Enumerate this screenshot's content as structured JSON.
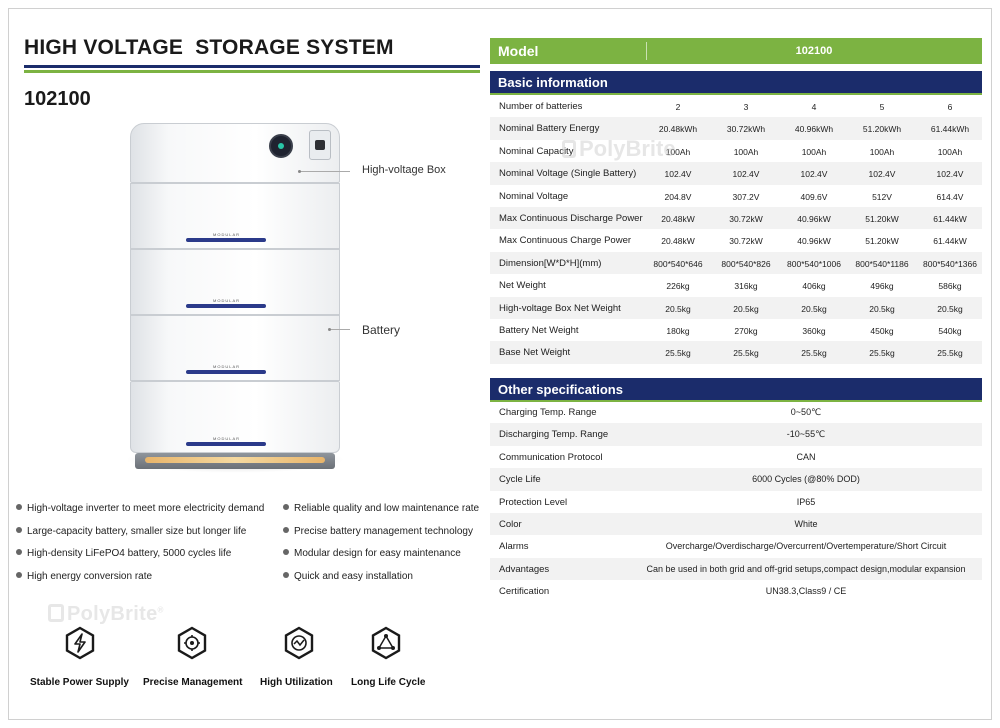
{
  "header": {
    "title": "HIGH VOLTAGE  STORAGE SYSTEM",
    "model_code": "102100"
  },
  "product": {
    "callouts": [
      "High-voltage Box",
      "Battery"
    ],
    "module_text": "MODULAR"
  },
  "features": [
    "High-voltage inverter to meet more electricity demand",
    "Reliable quality and low maintenance rate",
    "Large-capacity battery, smaller size but longer life",
    "Precise battery management technology",
    "High-density LiFePO4 battery, 5000 cycles life",
    "Modular design for easy maintenance",
    "High energy conversion rate",
    "Quick and easy installation"
  ],
  "brand": {
    "name": "PolyBrite",
    "mark": "®"
  },
  "highlights": [
    {
      "label": "Stable Power Supply",
      "icon": "lightning-icon"
    },
    {
      "label": "Precise Management",
      "icon": "gear-circuit-icon"
    },
    {
      "label": "High Utilization",
      "icon": "cycle-gauge-icon"
    },
    {
      "label": "Long Life Cycle",
      "icon": "network-triangle-icon"
    }
  ],
  "spec": {
    "model_label": "Model",
    "model_value": "102100",
    "basic_title": "Basic information",
    "basic_rows": [
      {
        "label": "Number of batteries",
        "values": [
          "2",
          "3",
          "4",
          "5",
          "6"
        ]
      },
      {
        "label": "Nominal Battery Energy",
        "values": [
          "20.48kWh",
          "30.72kWh",
          "40.96kWh",
          "51.20kWh",
          "61.44kWh"
        ]
      },
      {
        "label": "Nominal Capacity",
        "values": [
          "100Ah",
          "100Ah",
          "100Ah",
          "100Ah",
          "100Ah"
        ]
      },
      {
        "label": "Nominal Voltage (Single Battery)",
        "values": [
          "102.4V",
          "102.4V",
          "102.4V",
          "102.4V",
          "102.4V"
        ]
      },
      {
        "label": "Nominal Voltage",
        "values": [
          "204.8V",
          "307.2V",
          "409.6V",
          "512V",
          "614.4V"
        ]
      },
      {
        "label": "Max Continuous Discharge Power",
        "values": [
          "20.48kW",
          "30.72kW",
          "40.96kW",
          "51.20kW",
          "61.44kW"
        ]
      },
      {
        "label": "Max Continuous Charge Power",
        "values": [
          "20.48kW",
          "30.72kW",
          "40.96kW",
          "51.20kW",
          "61.44kW"
        ]
      },
      {
        "label": "Dimension[W*D*H](mm)",
        "values": [
          "800*540*646",
          "800*540*826",
          "800*540*1006",
          "800*540*1186",
          "800*540*1366"
        ]
      },
      {
        "label": "Net Weight",
        "values": [
          "226kg",
          "316kg",
          "406kg",
          "496kg",
          "586kg"
        ]
      },
      {
        "label": "High-voltage Box Net Weight",
        "values": [
          "20.5kg",
          "20.5kg",
          "20.5kg",
          "20.5kg",
          "20.5kg"
        ]
      },
      {
        "label": "Battery Net Weight",
        "values": [
          "180kg",
          "270kg",
          "360kg",
          "450kg",
          "540kg"
        ]
      },
      {
        "label": "Base Net Weight",
        "values": [
          "25.5kg",
          "25.5kg",
          "25.5kg",
          "25.5kg",
          "25.5kg"
        ]
      }
    ],
    "other_title": "Other specifications",
    "other_rows": [
      {
        "label": "Charging Temp. Range",
        "value": "0~50℃"
      },
      {
        "label": "Discharging Temp. Range",
        "value": "-10~55℃"
      },
      {
        "label": "Communication Protocol",
        "value": "CAN"
      },
      {
        "label": "Cycle Life",
        "value": "6000 Cycles (@80% DOD)"
      },
      {
        "label": "Protection Level",
        "value": "IP65"
      },
      {
        "label": "Color",
        "value": "White"
      },
      {
        "label": "Alarms",
        "value": "Overcharge/Overdischarge/Overcurrent/Overtemperature/Short Circuit"
      },
      {
        "label": "Advantages",
        "value": "Can be used in both grid and off-grid setups,compact design,modular expansion"
      },
      {
        "label": "Certification",
        "value": "UN38.3,Class9 / CE"
      }
    ]
  },
  "colors": {
    "navy": "#1b2c6b",
    "green": "#7cb342"
  }
}
